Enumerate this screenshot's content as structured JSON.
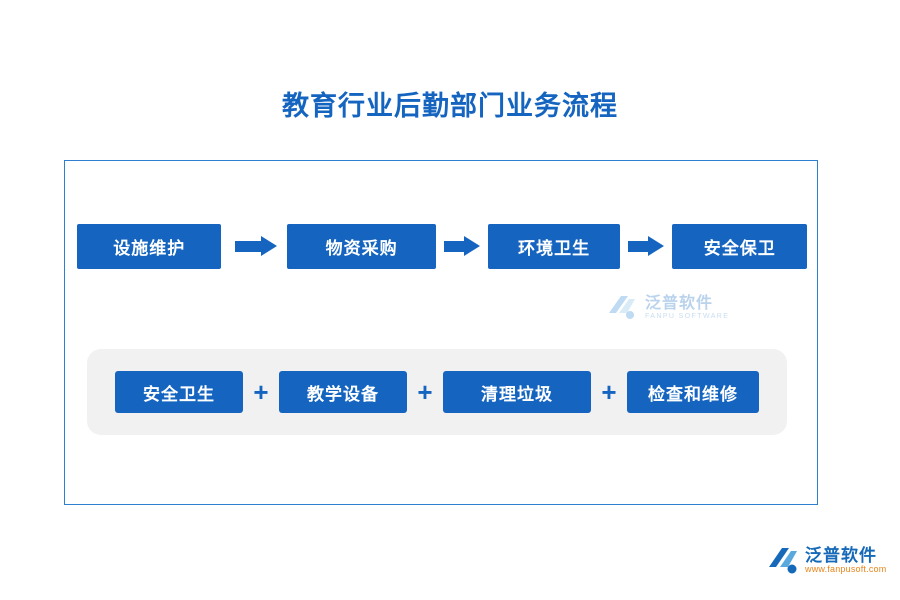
{
  "page": {
    "title": "教育行业后勤部门业务流程"
  },
  "colors": {
    "accent_blue": "#1565c0",
    "frame_border": "#2f7fd0",
    "band_gray": "#f1f1f1",
    "logo_orange": "#e8851a"
  },
  "flow": {
    "steps": [
      {
        "label": "设施维护"
      },
      {
        "label": "物资采购"
      },
      {
        "label": "环境卫生"
      },
      {
        "label": "安全保卫"
      }
    ],
    "arrow_icon": "arrow-right-icon"
  },
  "tasks": {
    "separator": "+",
    "items": [
      {
        "label": "安全卫生"
      },
      {
        "label": "教学设备"
      },
      {
        "label": "清理垃圾"
      },
      {
        "label": "检查和维修"
      }
    ]
  },
  "watermark": {
    "name_cn": "泛普软件",
    "name_en": "FANPU SOFTWARE"
  },
  "logo": {
    "name_cn": "泛普软件",
    "name_en": "www.fanpusoft.com"
  }
}
